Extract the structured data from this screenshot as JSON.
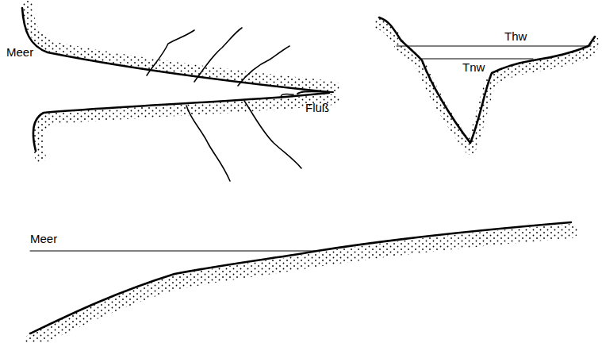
{
  "diagram": {
    "labels": [
      "Meer",
      "Fluß",
      "Thw",
      "Tnw",
      "Meer"
    ]
  }
}
